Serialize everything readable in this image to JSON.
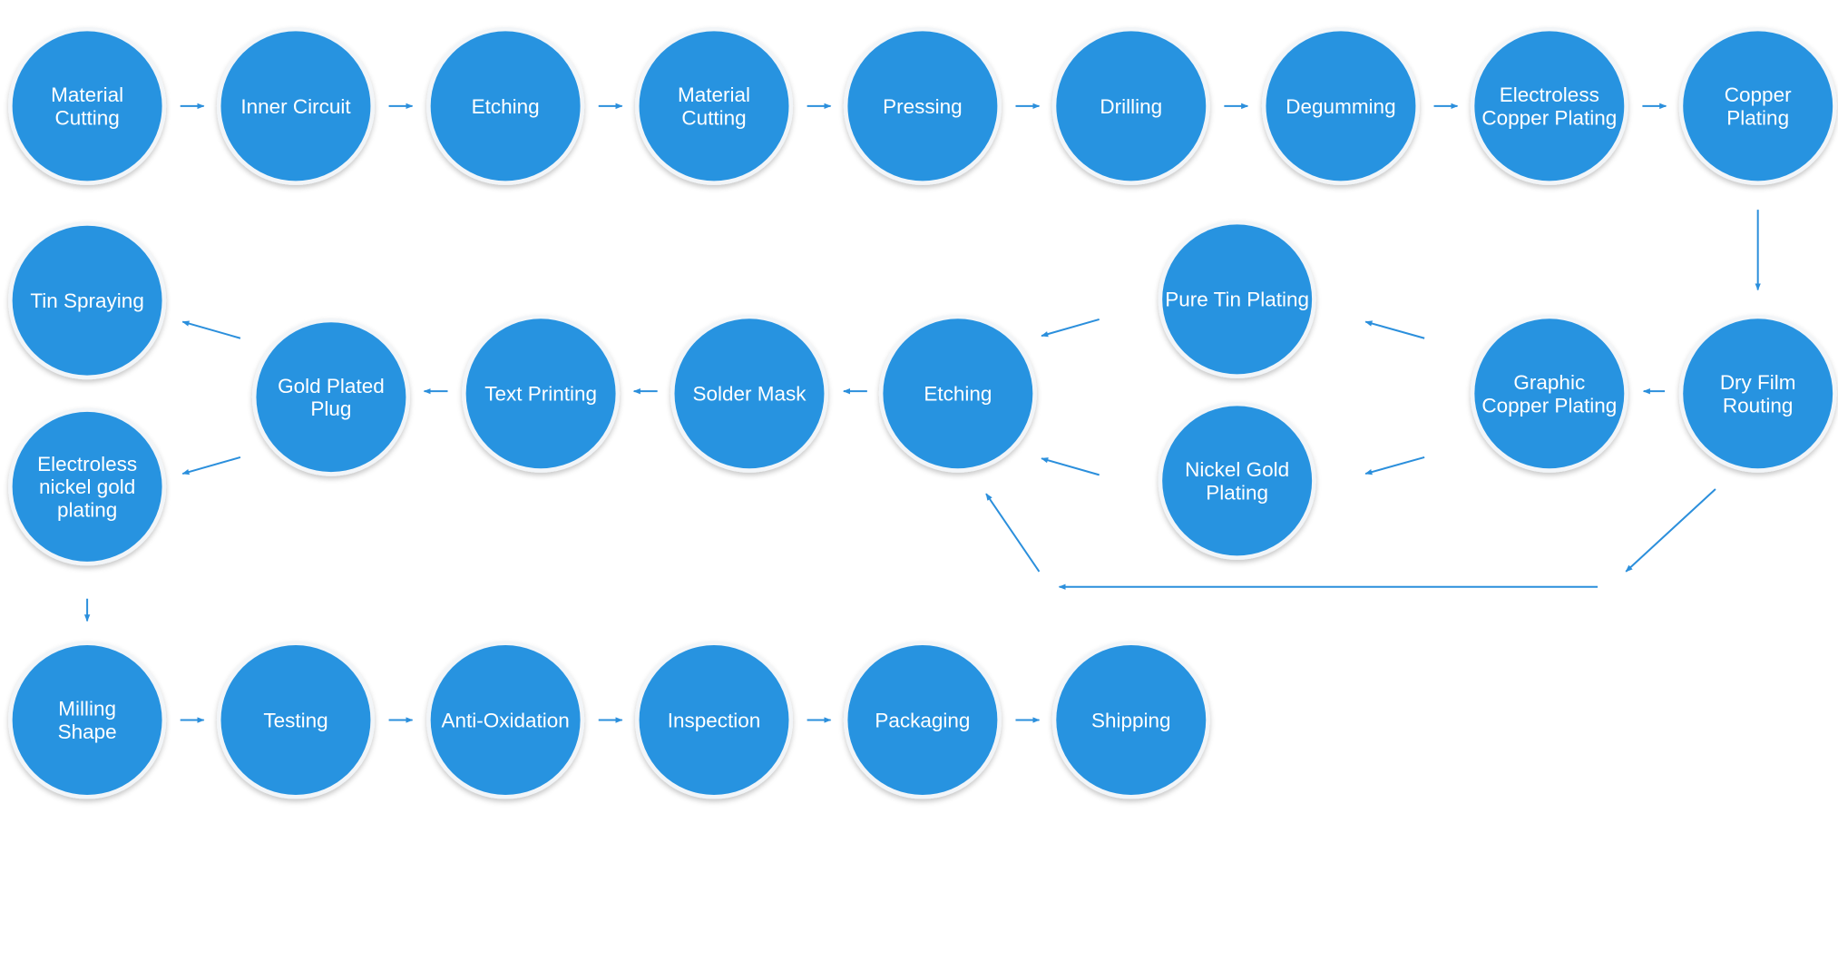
{
  "colors": {
    "node_fill": "#2793e0",
    "node_ring": "#f2f5f8",
    "arrow": "#2b8fdc",
    "text": "#ffffff"
  },
  "steps": {
    "material_cutting_1": [
      "Material",
      "Cutting"
    ],
    "inner_circuit": [
      "Inner Circuit"
    ],
    "etching_1": [
      "Etching"
    ],
    "material_cutting_2": [
      "Material",
      "Cutting"
    ],
    "pressing": [
      "Pressing"
    ],
    "drilling": [
      "Drilling"
    ],
    "degumming": [
      "Degumming"
    ],
    "electroless_copper_plating": [
      "Electroless",
      "Copper Plating"
    ],
    "copper_plating": [
      "Copper",
      "Plating"
    ],
    "dry_film_routing": [
      "Dry Film",
      "Routing"
    ],
    "graphic_copper_plating": [
      "Graphic",
      "Copper Plating"
    ],
    "pure_tin_plating": [
      "Pure Tin Plating"
    ],
    "nickel_gold_plating": [
      "Nickel Gold",
      "Plating"
    ],
    "etching_2": [
      "Etching"
    ],
    "solder_mask": [
      "Solder Mask"
    ],
    "text_printing": [
      "Text Printing"
    ],
    "gold_plated_plug": [
      "Gold Plated",
      "Plug"
    ],
    "tin_spraying": [
      "Tin Spraying"
    ],
    "electroless_nickel_gold_plating": [
      "Electroless",
      "nickel gold",
      "plating"
    ],
    "milling_shape": [
      "Milling",
      "Shape"
    ],
    "testing": [
      "Testing"
    ],
    "anti_oxidation": [
      "Anti-Oxidation"
    ],
    "inspection": [
      "Inspection"
    ],
    "packaging": [
      "Packaging"
    ],
    "shipping": [
      "Shipping"
    ]
  },
  "flow": [
    [
      "material_cutting_1",
      "inner_circuit"
    ],
    [
      "inner_circuit",
      "etching_1"
    ],
    [
      "etching_1",
      "material_cutting_2"
    ],
    [
      "material_cutting_2",
      "pressing"
    ],
    [
      "pressing",
      "drilling"
    ],
    [
      "drilling",
      "degumming"
    ],
    [
      "degumming",
      "electroless_copper_plating"
    ],
    [
      "electroless_copper_plating",
      "copper_plating"
    ],
    [
      "copper_plating",
      "dry_film_routing"
    ],
    [
      "dry_film_routing",
      "graphic_copper_plating"
    ],
    [
      "graphic_copper_plating",
      "pure_tin_plating"
    ],
    [
      "graphic_copper_plating",
      "nickel_gold_plating"
    ],
    [
      "pure_tin_plating",
      "etching_2"
    ],
    [
      "nickel_gold_plating",
      "etching_2"
    ],
    [
      "dry_film_routing",
      "etching_2"
    ],
    [
      "etching_2",
      "solder_mask"
    ],
    [
      "solder_mask",
      "text_printing"
    ],
    [
      "text_printing",
      "gold_plated_plug"
    ],
    [
      "gold_plated_plug",
      "tin_spraying"
    ],
    [
      "gold_plated_plug",
      "electroless_nickel_gold_plating"
    ],
    [
      "electroless_nickel_gold_plating",
      "milling_shape"
    ],
    [
      "milling_shape",
      "testing"
    ],
    [
      "testing",
      "anti_oxidation"
    ],
    [
      "anti_oxidation",
      "inspection"
    ],
    [
      "inspection",
      "packaging"
    ],
    [
      "packaging",
      "shipping"
    ]
  ]
}
